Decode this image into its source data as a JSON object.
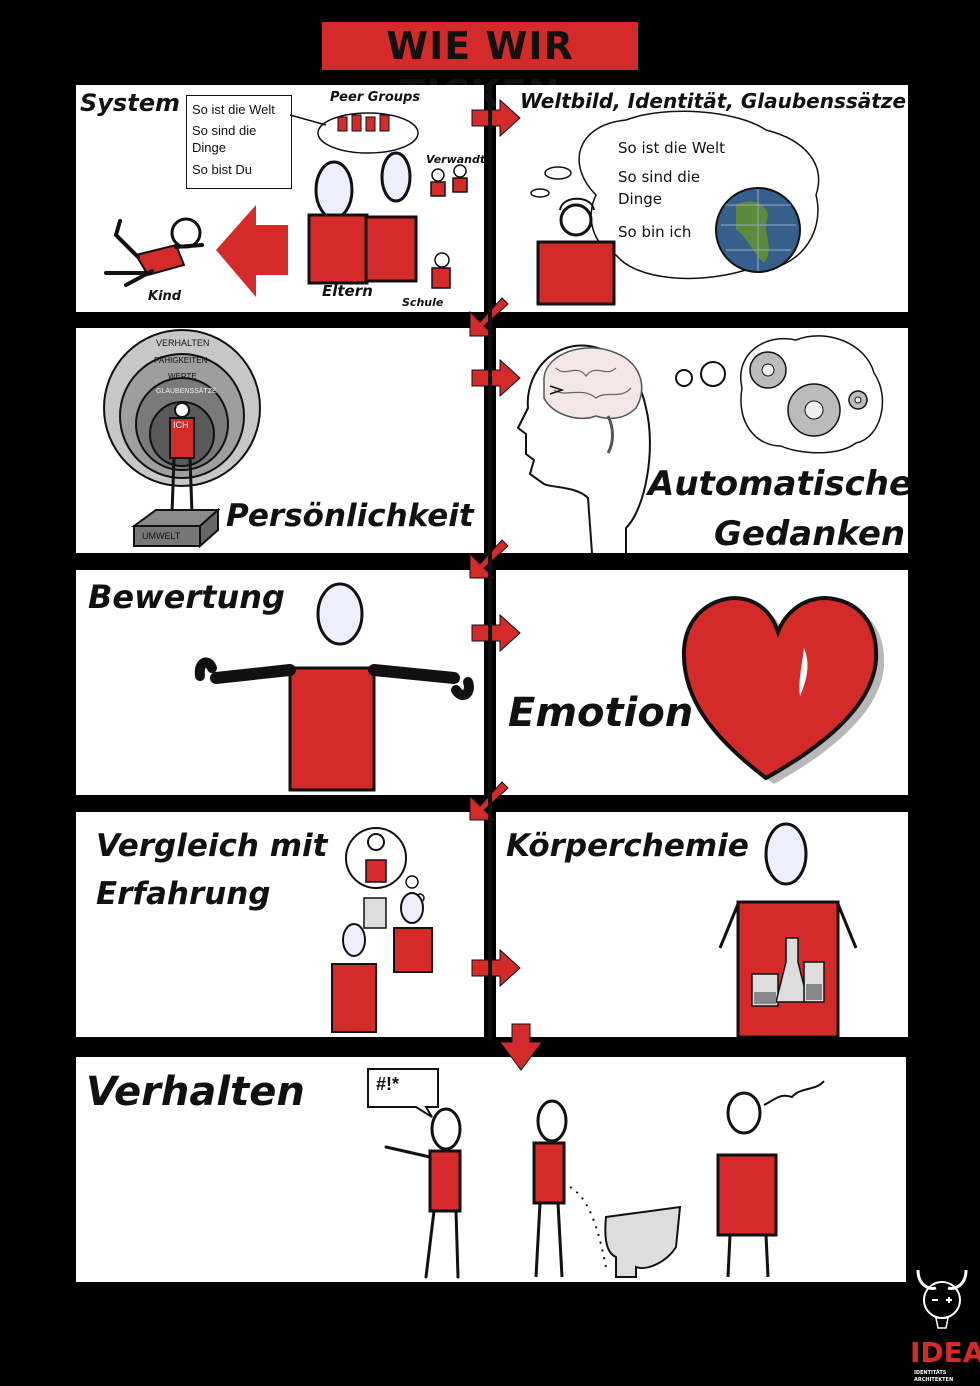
{
  "title": "WIE WIR TICKEN",
  "panels": {
    "system": {
      "heading": "System",
      "box_lines": [
        "So ist die Welt",
        "So sind die",
        "Dinge",
        "So bist Du"
      ],
      "labels": {
        "peer": "Peer Groups",
        "verwandte": "Verwandte",
        "kind": "Kind",
        "eltern": "Eltern",
        "schule": "Schule"
      }
    },
    "weltbild": {
      "heading": "Weltbild, Identität, Glaubenssätze",
      "thought_lines": [
        "So ist die Welt",
        "So sind die",
        "Dinge",
        "So bin ich"
      ]
    },
    "persoenlichkeit": {
      "heading": "Persönlichkeit",
      "rings": [
        "VERHALTEN",
        "FÄHIGKEITEN",
        "WERTE",
        "GLAUBENSSÄTZE"
      ],
      "center": "ICH",
      "base": "UMWELT"
    },
    "gedanken": {
      "heading_line1": "Automatische",
      "heading_line2": "Gedanken"
    },
    "bewertung": {
      "heading": "Bewertung"
    },
    "emotion": {
      "heading": "Emotion"
    },
    "vergleich": {
      "heading_line1": "Vergleich mit",
      "heading_line2": "Erfahrung"
    },
    "koerper": {
      "heading": "Körperchemie"
    },
    "verhalten": {
      "heading": "Verhalten",
      "speech": "#!*"
    }
  },
  "colors": {
    "accent": "#d42a2a",
    "background": "#000000",
    "panel": "#ffffff"
  },
  "logo": {
    "text": "IDEA",
    "subtitle1": "IDENTITÄTS",
    "subtitle2": "ARCHITEKTEN"
  }
}
